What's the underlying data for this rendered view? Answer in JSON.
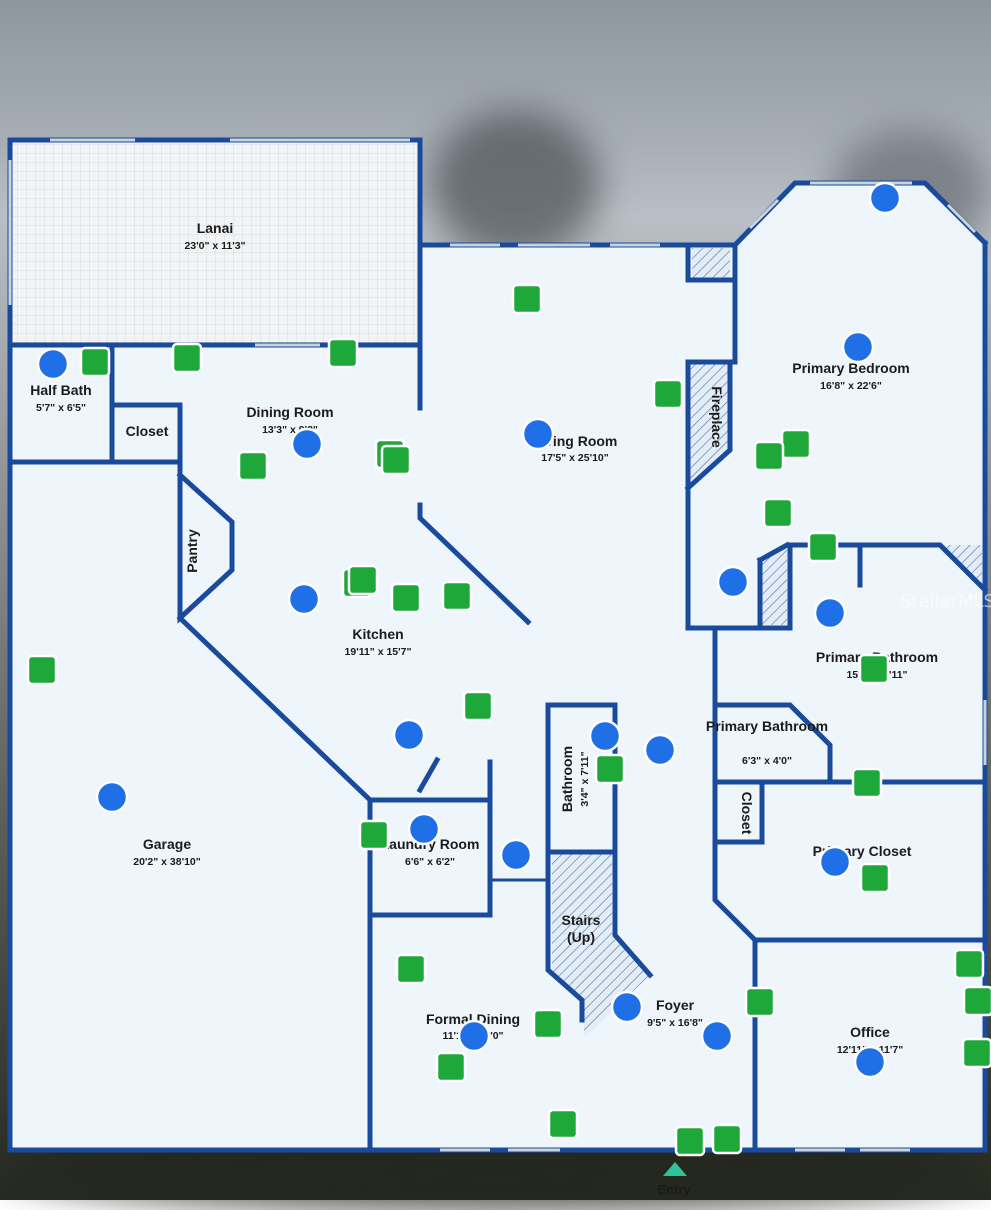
{
  "watermark": "StellarMLS",
  "entry_label": "Entry",
  "colors": {
    "wall": "#1a4a9c",
    "floor": "#eef5fb",
    "dot": "#1f6fe6",
    "square": "#1fa83a"
  },
  "rooms": [
    {
      "id": "lanai",
      "name": "Lanai",
      "dim": "23'0\" x 11'3\""
    },
    {
      "id": "half-bath",
      "name": "Half Bath",
      "dim": "5'7\" x 6'5\""
    },
    {
      "id": "closet-1",
      "name": "Closet",
      "dim": ""
    },
    {
      "id": "dining-room",
      "name": "Dining Room",
      "dim": "13'3\" x 9'2\""
    },
    {
      "id": "living-room",
      "name": "Living Room",
      "dim": "17'5\" x 25'10\""
    },
    {
      "id": "fireplace",
      "name": "Fireplace",
      "dim": ""
    },
    {
      "id": "primary-bedroom",
      "name": "Primary Bedroom",
      "dim": "16'8\" x 22'6\""
    },
    {
      "id": "pantry",
      "name": "Pantry",
      "dim": ""
    },
    {
      "id": "kitchen",
      "name": "Kitchen",
      "dim": "19'11\" x 15'7\""
    },
    {
      "id": "garage",
      "name": "Garage",
      "dim": "20'2\" x 38'10\""
    },
    {
      "id": "primary-bathroom-1",
      "name": "Primary Bathroom",
      "dim": "15'1\" x 9'11\""
    },
    {
      "id": "primary-bathroom-2",
      "name": "Primary Bathroom",
      "dim": "6'3\" x 4'0\""
    },
    {
      "id": "bathroom",
      "name": "Bathroom",
      "dim": "3'4\" x 7'11\""
    },
    {
      "id": "laundry-room",
      "name": "Laundry Room",
      "dim": "6'6\" x 6'2\""
    },
    {
      "id": "closet-2",
      "name": "Closet",
      "dim": ""
    },
    {
      "id": "primary-closet",
      "name": "Primary Closet",
      "dim": ""
    },
    {
      "id": "stairs",
      "name": "Stairs",
      "name2": "(Up)",
      "dim": ""
    },
    {
      "id": "formal-dining",
      "name": "Formal Dining",
      "dim": "11'1\" x 15'0\""
    },
    {
      "id": "foyer",
      "name": "Foyer",
      "dim": "9'5\" x 16'8\""
    },
    {
      "id": "office",
      "name": "Office",
      "dim": "12'11\" x 11'7\""
    }
  ]
}
